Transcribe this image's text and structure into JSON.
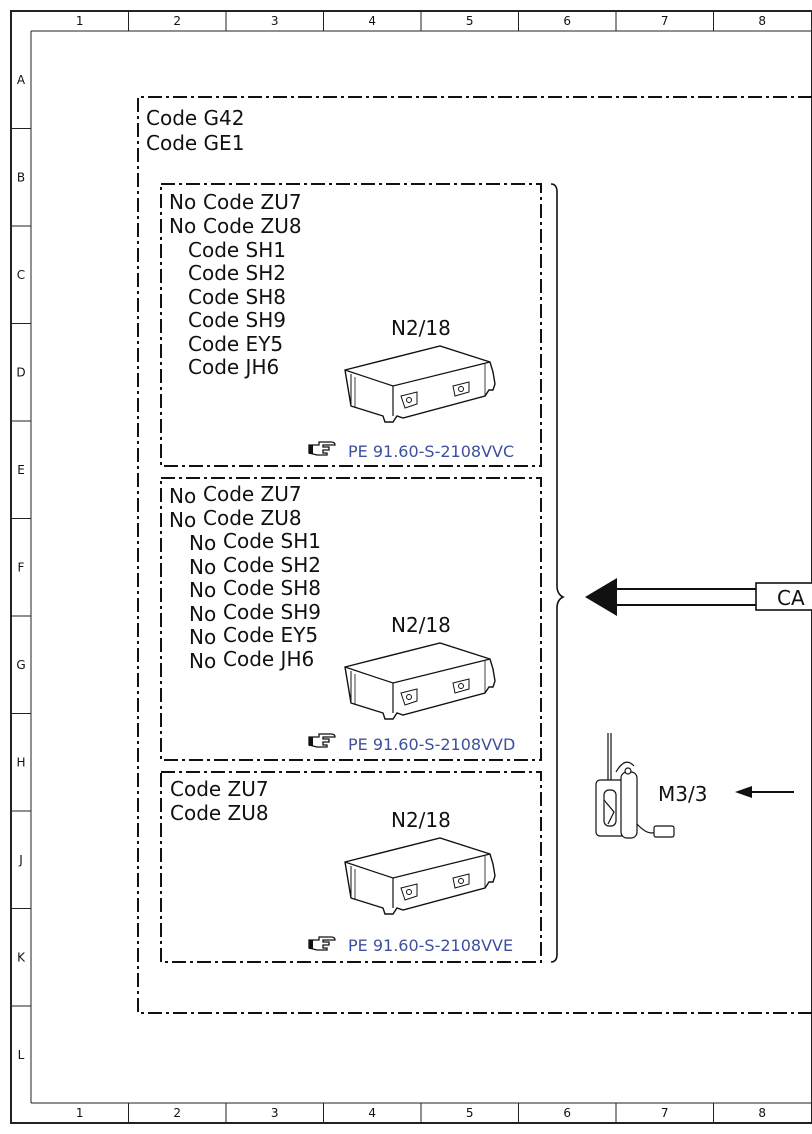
{
  "grid": {
    "columns": [
      "1",
      "2",
      "3",
      "4",
      "5",
      "6",
      "7",
      "8"
    ],
    "rows": [
      "A",
      "B",
      "C",
      "D",
      "E",
      "F",
      "G",
      "H",
      "J",
      "K",
      "L"
    ]
  },
  "outer_group": {
    "codes": [
      "Code G42",
      "Code GE1"
    ]
  },
  "variants": [
    {
      "lines": [
        {
          "prefix": "No",
          "code": "Code ZU7"
        },
        {
          "prefix": "No",
          "code": "Code ZU8"
        },
        {
          "prefix": "",
          "code": "Code SH1"
        },
        {
          "prefix": "",
          "code": "Code SH2"
        },
        {
          "prefix": "",
          "code": "Code SH8"
        },
        {
          "prefix": "",
          "code": "Code SH9"
        },
        {
          "prefix": "",
          "code": "Code EY5"
        },
        {
          "prefix": "",
          "code": "Code JH6"
        }
      ],
      "component": "N2/18",
      "reference": "PE 91.60-S-2108VVC"
    },
    {
      "lines": [
        {
          "prefix": "No",
          "code": "Code ZU7"
        },
        {
          "prefix": "No",
          "code": "Code ZU8"
        },
        {
          "prefix": "No",
          "code": "Code SH1"
        },
        {
          "prefix": "No",
          "code": "Code SH2"
        },
        {
          "prefix": "No",
          "code": "Code SH8"
        },
        {
          "prefix": "No",
          "code": "Code SH9"
        },
        {
          "prefix": "No",
          "code": "Code EY5"
        },
        {
          "prefix": "No",
          "code": "Code JH6"
        }
      ],
      "component": "N2/18",
      "reference": "PE 91.60-S-2108VVD"
    },
    {
      "lines": [
        {
          "prefix": "",
          "code": "Code ZU7"
        },
        {
          "prefix": "",
          "code": "Code ZU8"
        }
      ],
      "component": "N2/18",
      "reference": "PE 91.60-S-2108VVE"
    }
  ],
  "bus_label": "CA",
  "motor_label": "M3/3",
  "colors": {
    "line": "#111111",
    "reference_text": "#3c4fa0"
  },
  "icons": {
    "reference": "pointing-hand-icon",
    "control_unit": "control-unit-icon",
    "motor": "pump-motor-icon"
  }
}
